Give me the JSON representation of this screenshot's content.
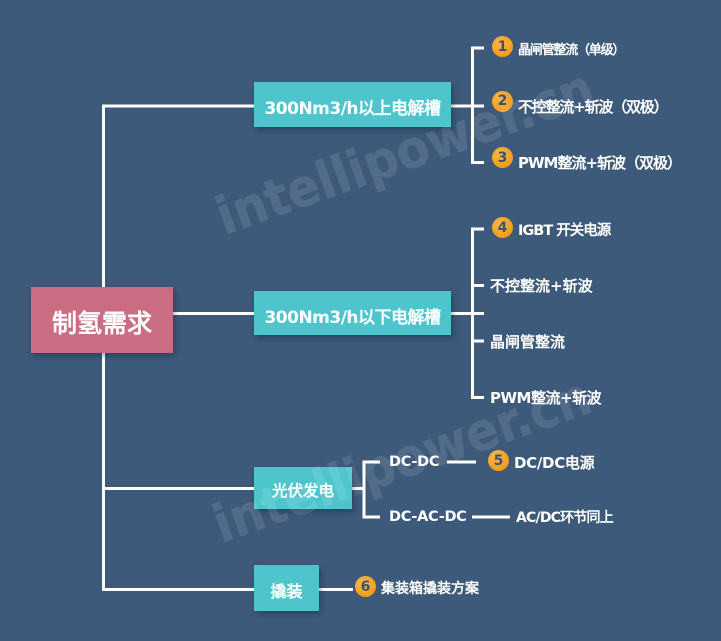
{
  "title": "制氢需求 mind map",
  "colors": {
    "background": "#3d5a7a",
    "branch_node": "#4ec5cd",
    "root_node": "#ca6c82",
    "badge": "#f6a226",
    "badge_number": "#3a5470",
    "connector": "#ffffff",
    "text": "#ffffff"
  },
  "watermark": {
    "text": "intellipower.cn"
  },
  "root": {
    "label": "制氢需求"
  },
  "branches": [
    {
      "label": "300Nm3/h以上电解槽",
      "items": [
        {
          "badge": "1",
          "label": "晶闸管整流（单级）"
        },
        {
          "badge": "2",
          "label": "不控整流+斩波（双极）"
        },
        {
          "badge": "3",
          "label": "PWM整流+斩波（双极）"
        }
      ]
    },
    {
      "label": "300Nm3/h以下电解槽",
      "items": [
        {
          "badge": "4",
          "label": "IGBT 开关电源"
        },
        {
          "label": "不控整流+斩波"
        },
        {
          "label": "晶闸管整流"
        },
        {
          "label": "PWM整流+斩波"
        }
      ]
    },
    {
      "label": "光伏发电",
      "items": [
        {
          "sub_label": "DC-DC",
          "badge": "5",
          "label": "DC/DC电源"
        },
        {
          "sub_label": "DC-AC-DC",
          "label": "AC/DC环节同上"
        }
      ]
    },
    {
      "label": "撬装",
      "items": [
        {
          "badge": "6",
          "label": "集装箱撬装方案"
        }
      ]
    }
  ]
}
